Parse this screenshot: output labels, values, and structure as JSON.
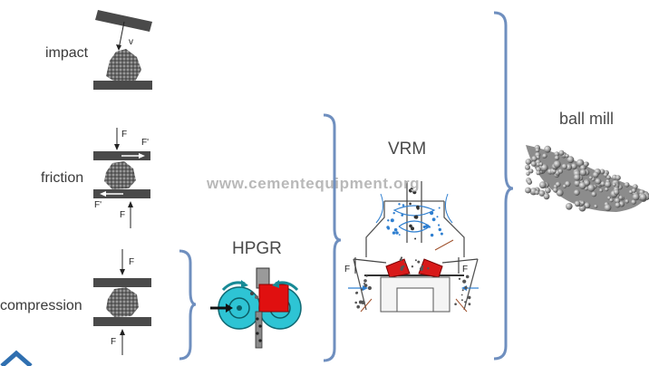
{
  "mechanisms": {
    "impact": "impact",
    "friction": "friction",
    "compression": "compression"
  },
  "machines": {
    "hpgr": "HPGR",
    "vrm": "VRM",
    "ball_mill": "ball mill"
  },
  "force_labels": {
    "velocity": "v",
    "force": "F",
    "force_prime": "F'"
  },
  "watermark": "www.cementequipment.org",
  "colors": {
    "plate": "#4a4a4a",
    "brace": "#6f8fbf",
    "roller": "#2ec4d4",
    "roller_ring": "#109aa8",
    "hpgr_block": "#e01010",
    "vrm_red": "#d81a1a",
    "flow_blue": "#2f7fd0",
    "text": "#3a3a3a"
  }
}
